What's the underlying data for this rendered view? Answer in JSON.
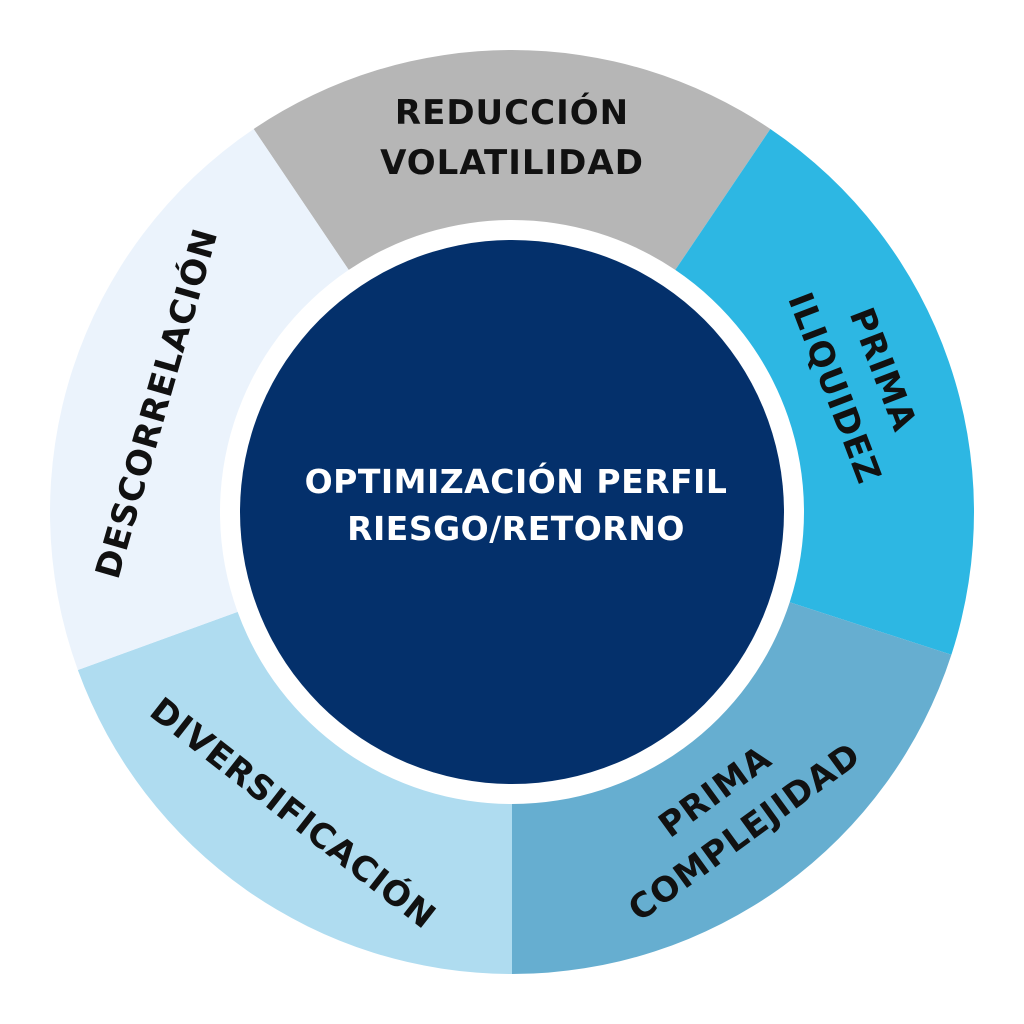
{
  "center": {
    "line1": "OPTIMIZACIÓN PERFIL",
    "line2": "RIESGO/RETORNO",
    "color": "#04306b"
  },
  "segments": [
    {
      "id": "reduccion-volatilidad",
      "lines": [
        "REDUCCIÓN",
        "VOLATILIDAD"
      ],
      "color": "#b6b6b6"
    },
    {
      "id": "prima-iliquidez",
      "lines": [
        "PRIMA",
        "ILIQUIDEZ"
      ],
      "color": "#2db7e3"
    },
    {
      "id": "prima-complejidad",
      "lines": [
        "PRIMA",
        "COMPLEJIDAD"
      ],
      "color": "#66aed0"
    },
    {
      "id": "diversificacion",
      "lines": [
        "DIVERSIFICACIÓN"
      ],
      "color": "#afdcf0"
    },
    {
      "id": "descorrelacion",
      "lines": [
        "DESCORRELACIÓN"
      ],
      "color": "#ebf3fc"
    }
  ]
}
